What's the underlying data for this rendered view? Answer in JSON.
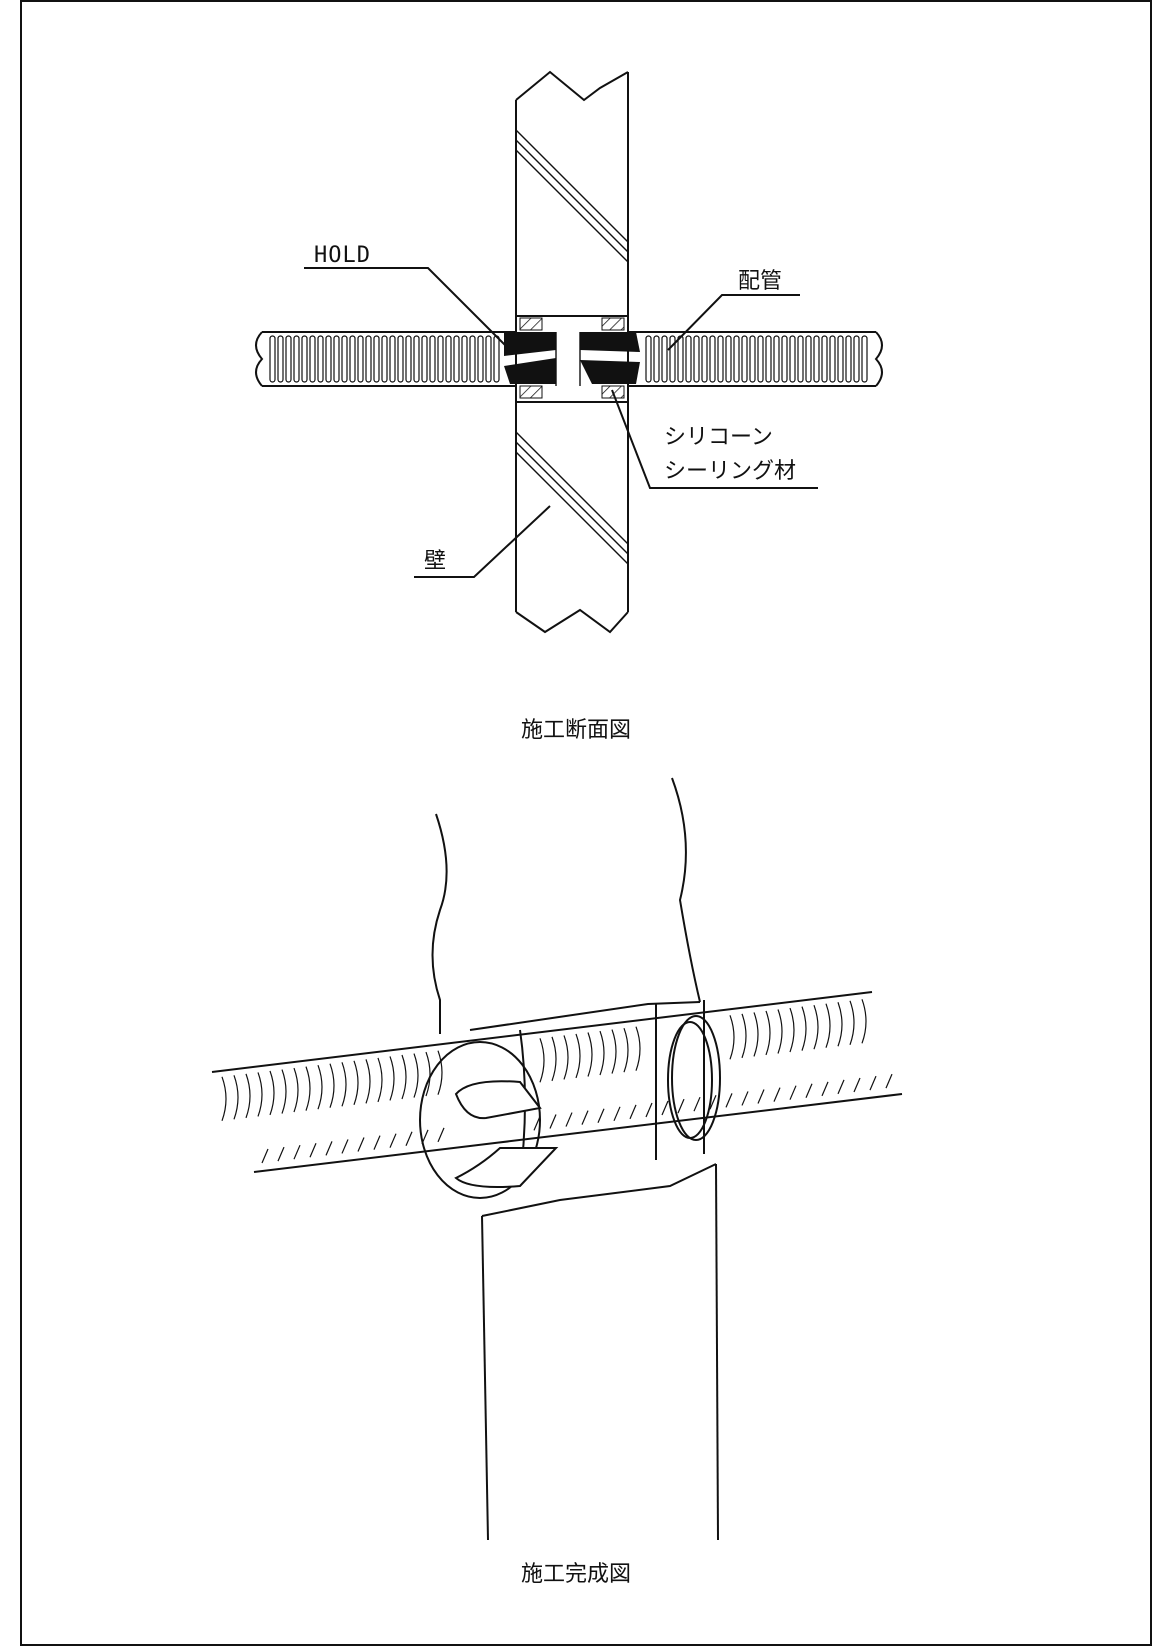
{
  "section_drawing": {
    "label_hold": "HOLD",
    "label_pipe": "配管",
    "label_sealant_line1": "シリコーン",
    "label_sealant_line2": "シーリング材",
    "label_wall": "壁",
    "caption": "施工断面図"
  },
  "completed_drawing": {
    "caption": "施工完成図"
  },
  "colors": {
    "line": "#111111",
    "background": "#ffffff"
  }
}
